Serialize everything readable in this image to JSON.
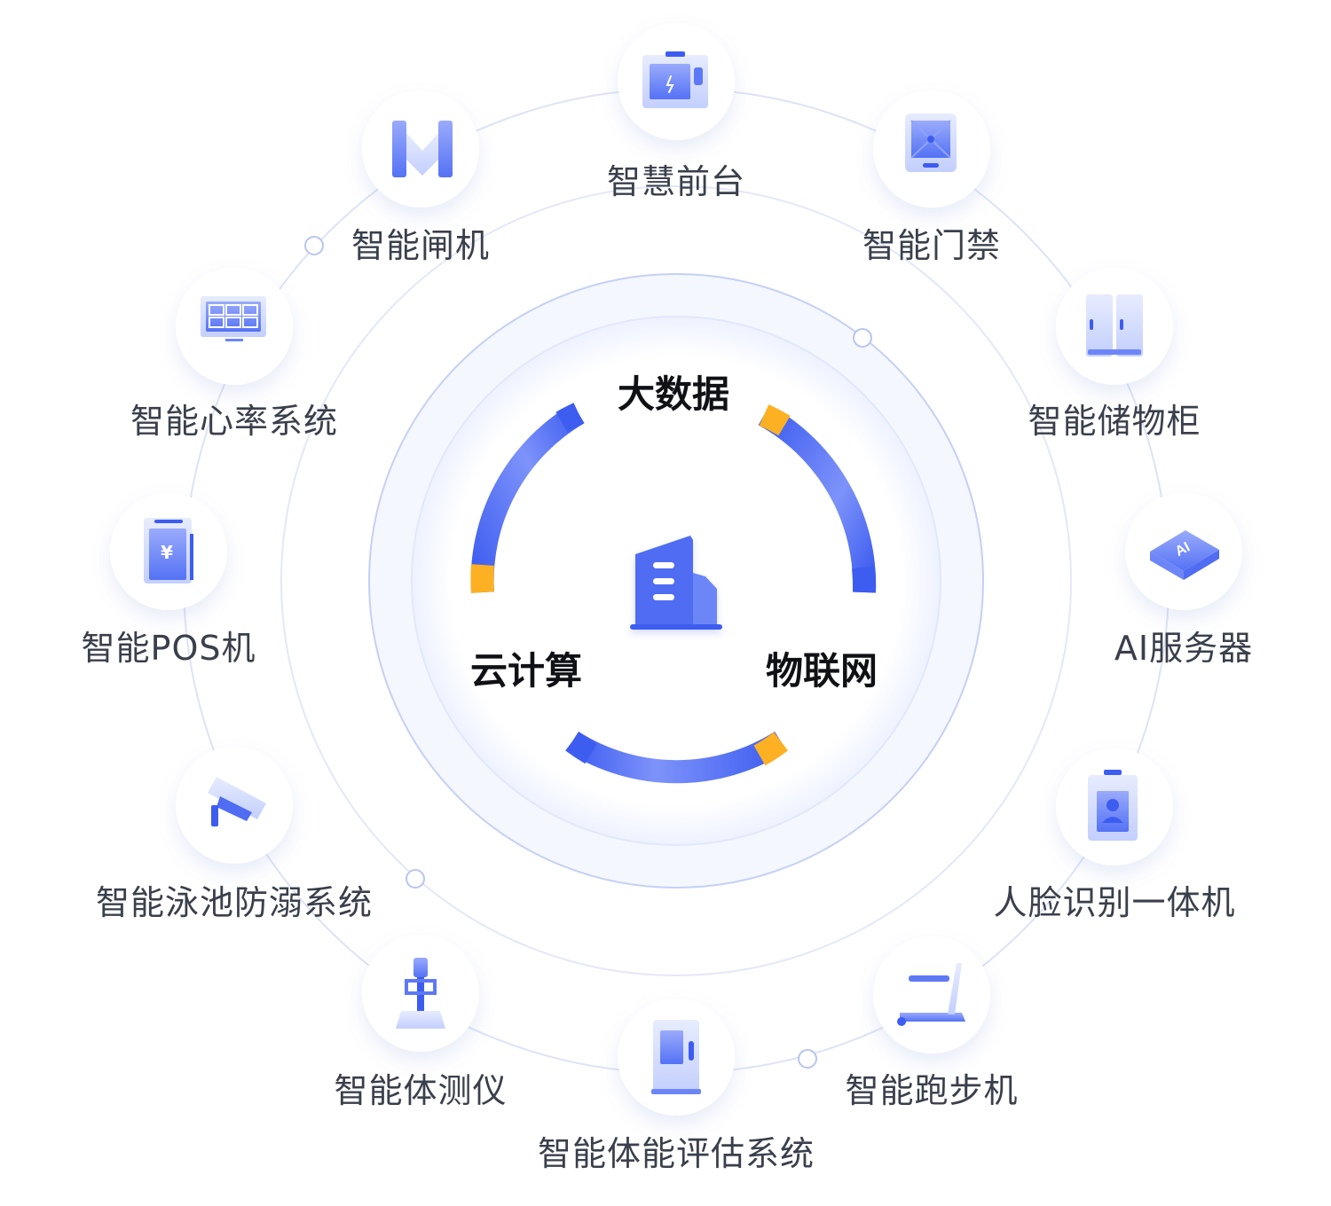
{
  "center": {
    "icon": "building-icon",
    "labels": {
      "top": "大数据",
      "left": "云计算",
      "right": "物联网"
    }
  },
  "devices": [
    {
      "id": "front-desk",
      "label": "智慧前台",
      "icon": "reception-kiosk-icon"
    },
    {
      "id": "access",
      "label": "智能门禁",
      "icon": "access-panel-icon"
    },
    {
      "id": "locker",
      "label": "智能储物柜",
      "icon": "locker-icon"
    },
    {
      "id": "ai-server",
      "label": "AI服务器",
      "icon": "ai-chip-icon",
      "badge": "AI"
    },
    {
      "id": "face",
      "label": "人脸识别一体机",
      "icon": "face-id-terminal-icon"
    },
    {
      "id": "treadmill",
      "label": "智能跑步机",
      "icon": "treadmill-icon"
    },
    {
      "id": "fitness-eval",
      "label": "智能体能评估系统",
      "icon": "assessment-kiosk-icon"
    },
    {
      "id": "body-measure",
      "label": "智能体测仪",
      "icon": "body-scale-icon"
    },
    {
      "id": "pool",
      "label": "智能泳池防溺系统",
      "icon": "security-camera-icon"
    },
    {
      "id": "pos",
      "label": "智能POS机",
      "icon": "pos-terminal-icon",
      "badge": "¥"
    },
    {
      "id": "heart-rate",
      "label": "智能心率系统",
      "icon": "monitor-grid-icon"
    },
    {
      "id": "gate",
      "label": "智能闸机",
      "icon": "turnstile-gate-icon"
    }
  ],
  "colors": {
    "primary": "#3d5cf0",
    "primary_light": "#8fa3fb",
    "accent": "#fdb022",
    "ring": "#d6ddf6",
    "label": "#3a3f4b"
  }
}
